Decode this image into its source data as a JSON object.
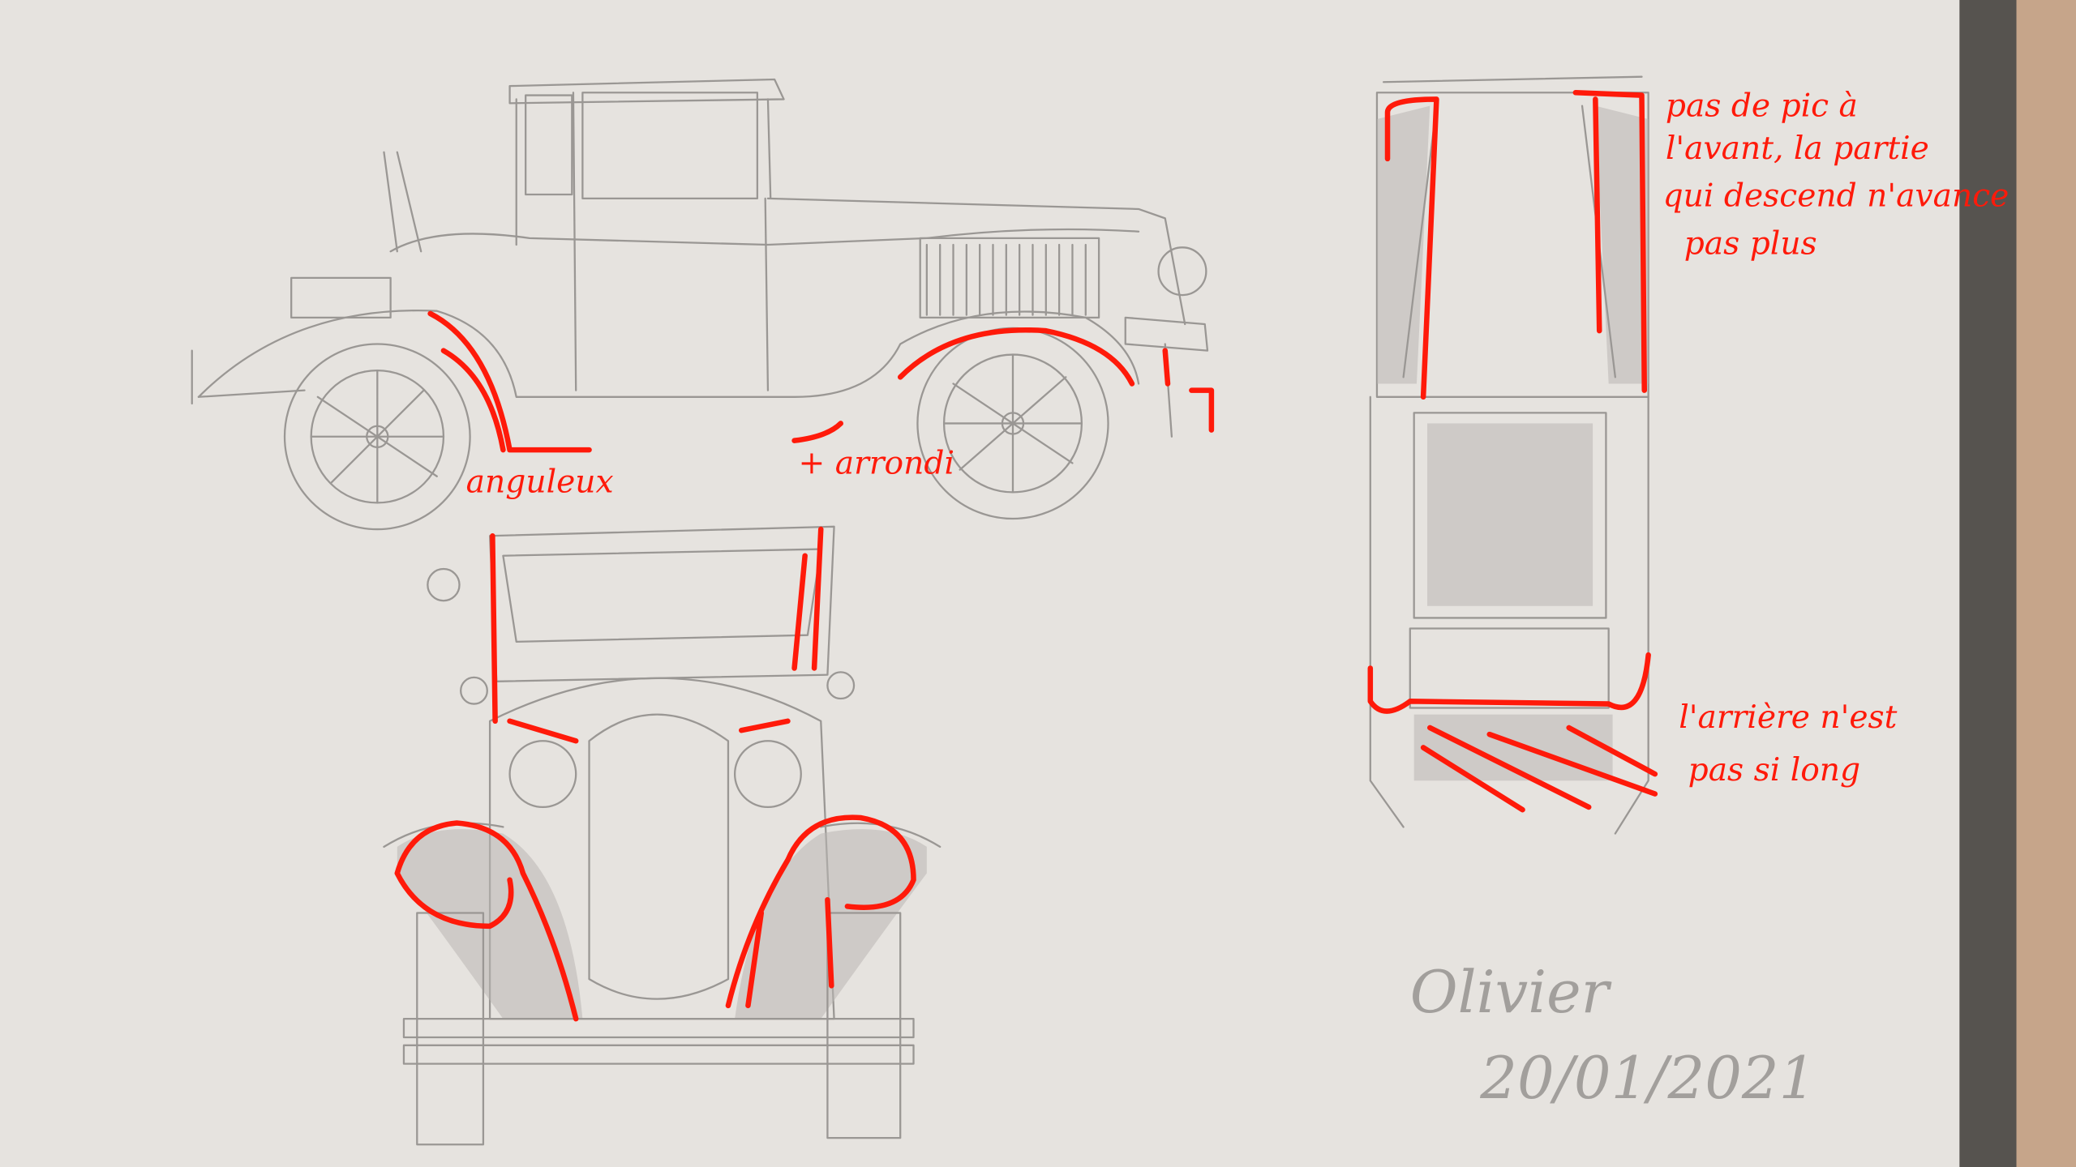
{
  "annotations": {
    "side_rear": "anguleux",
    "side_front": "+ arrondi",
    "top_front": [
      "pas de pic à",
      "l'avant, la partie",
      "qui descend n'avance",
      "pas plus"
    ],
    "top_rear": [
      "l'arrière n'est",
      "pas si long"
    ]
  },
  "signature": {
    "name": "Olivier",
    "date": "20/01/2021"
  },
  "colors": {
    "paper": "#e6e3df",
    "pencil": "#9a9794",
    "annotation_red": "#ff1a0a"
  }
}
